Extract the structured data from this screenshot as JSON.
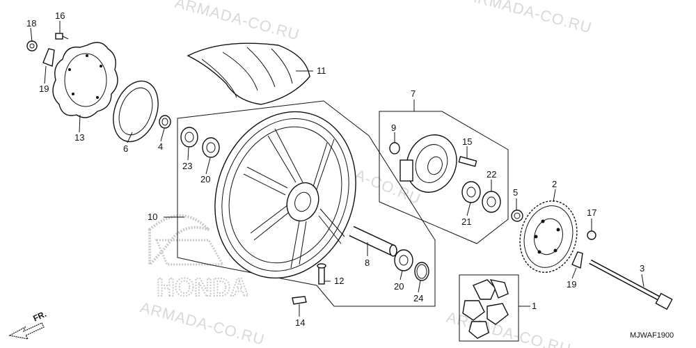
{
  "watermark": "ARMADA-CO.RU",
  "diagram_code": "MJWAF1900",
  "direction_label": "FR.",
  "brand_logo": "HONDA",
  "callouts": {
    "c1": "1",
    "c2": "2",
    "c3": "3",
    "c4": "4",
    "c5": "5",
    "c6": "6",
    "c7": "7",
    "c8": "8",
    "c9": "9",
    "c10": "10",
    "c11": "11",
    "c12": "12",
    "c13": "13",
    "c14": "14",
    "c15": "15",
    "c16": "16",
    "c17": "17",
    "c18": "18",
    "c19a": "19",
    "c19b": "19",
    "c20a": "20",
    "c20b": "20",
    "c21": "21",
    "c22": "22",
    "c23": "23",
    "c24": "24"
  }
}
